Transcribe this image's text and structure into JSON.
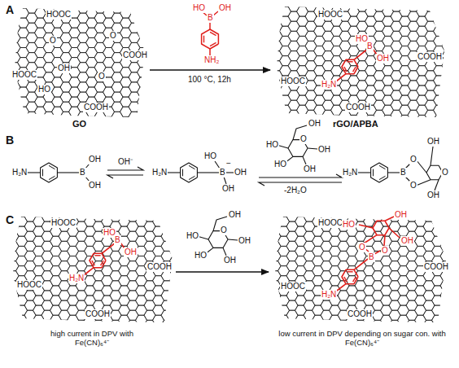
{
  "diagram": {
    "labels": [
      "A",
      "HOOC",
      "COOH",
      "HOOC",
      "COOH",
      "O",
      "OH",
      "HO",
      "O",
      "O",
      "GO",
      "HO",
      "B",
      "OH",
      "NH₂",
      "100 °C, 12h",
      "HOOC",
      "COOH",
      "HOOC",
      "COOH",
      "HO",
      "B",
      "OH",
      "H₂N",
      "rGO/APBA",
      "B",
      "H₂N",
      "B",
      "OH",
      "OH",
      "OH⁻",
      "H₂N",
      "B",
      "−",
      "HO",
      "OH",
      "OH",
      "OH",
      "O",
      "HO",
      "HO",
      "OH",
      "OH",
      "-2H₂O",
      "H₂N",
      "B",
      "O",
      "O",
      "OH",
      "O",
      "OH",
      "C",
      "HOOC",
      "COOH",
      "HOOC",
      "COOH",
      "HO",
      "B",
      "OH",
      "H₂N",
      "high current in DPV with Fe(CN)₆⁴⁻",
      "OH",
      "O",
      "HO",
      "HO",
      "OH",
      "OH",
      "HOOC",
      "COOH",
      "HOOC",
      "COOH",
      "HO",
      "OH",
      "OH",
      "O",
      "B",
      "O",
      "H₂N",
      "low current in DPV depending on sugar con. with Fe(CN)₆⁴⁻"
    ]
  }
}
